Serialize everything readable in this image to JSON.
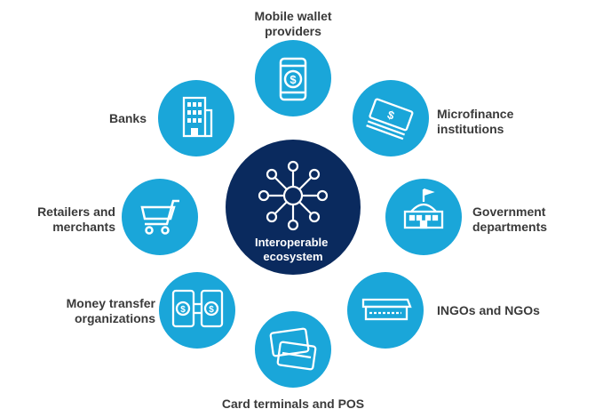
{
  "colors": {
    "node": "#1aa6d9",
    "center": "#0a2a5e",
    "icon": "#ffffff",
    "text": "#3a3a3a"
  },
  "center": {
    "icon": "network-hub-icon",
    "label": "Interoperable\necosystem"
  },
  "nodes": [
    {
      "id": "mobile-wallet",
      "icon": "smartphone-dollar-icon",
      "label": "Mobile wallet\nproviders"
    },
    {
      "id": "microfinance",
      "icon": "cash-stack-icon",
      "label": "Microfinance\ninstitutions"
    },
    {
      "id": "government",
      "icon": "government-building-icon",
      "label": "Government\ndepartments"
    },
    {
      "id": "ingos",
      "icon": "storefront-icon",
      "label": "INGOs and NGOs"
    },
    {
      "id": "card-terminals",
      "icon": "payment-cards-icon",
      "label": "Card terminals and POS"
    },
    {
      "id": "money-transfer",
      "icon": "phone-transfer-icon",
      "label": "Money transfer\norganizations"
    },
    {
      "id": "retailers",
      "icon": "shopping-cart-icon",
      "label": "Retailers and\nmerchants"
    },
    {
      "id": "banks",
      "icon": "office-building-icon",
      "label": "Banks"
    }
  ]
}
